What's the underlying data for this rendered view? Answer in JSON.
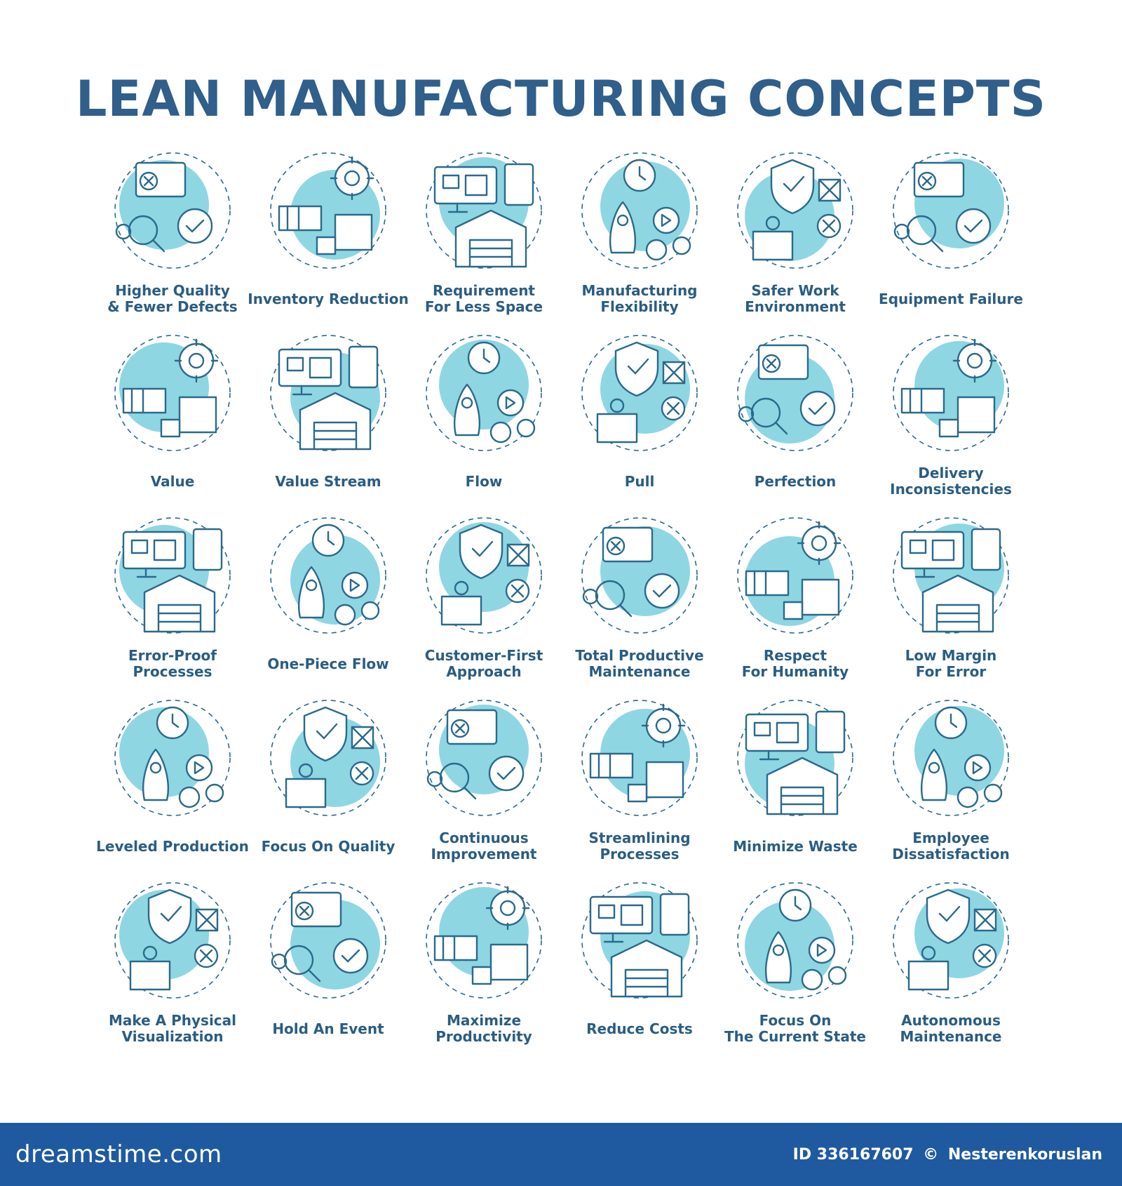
{
  "title": "LEAN MANUFACTURING CONCEPTS",
  "colors": {
    "title": "#2f5f8a",
    "stroke": "#2a6a8c",
    "accent": "#8fd6e3",
    "footer": "#1f5aa0"
  },
  "concepts": [
    {
      "label": "Higher Quality\n& Fewer Defects",
      "icon": "quality-defects-icon"
    },
    {
      "label": "Inventory Reduction",
      "icon": "inventory-reduction-icon"
    },
    {
      "label": "Requirement\nFor Less Space",
      "icon": "less-space-icon"
    },
    {
      "label": "Manufacturing\nFlexibility",
      "icon": "manufacturing-flexibility-icon"
    },
    {
      "label": "Safer Work\nEnvironment",
      "icon": "safer-work-icon"
    },
    {
      "label": "Equipment Failure",
      "icon": "equipment-failure-icon"
    },
    {
      "label": "Value",
      "icon": "value-icon"
    },
    {
      "label": "Value Stream",
      "icon": "value-stream-icon"
    },
    {
      "label": "Flow",
      "icon": "flow-icon"
    },
    {
      "label": "Pull",
      "icon": "pull-icon"
    },
    {
      "label": "Perfection",
      "icon": "perfection-icon"
    },
    {
      "label": "Delivery\nInconsistencies",
      "icon": "delivery-inconsistencies-icon"
    },
    {
      "label": "Error-Proof\nProcesses",
      "icon": "error-proof-icon"
    },
    {
      "label": "One-Piece Flow",
      "icon": "one-piece-flow-icon"
    },
    {
      "label": "Customer-First\nApproach",
      "icon": "customer-first-icon"
    },
    {
      "label": "Total Productive\nMaintenance",
      "icon": "total-productive-maintenance-icon"
    },
    {
      "label": "Respect\nFor Humanity",
      "icon": "respect-humanity-icon"
    },
    {
      "label": "Low Margin\nFor Error",
      "icon": "low-margin-icon"
    },
    {
      "label": "Leveled Production",
      "icon": "leveled-production-icon"
    },
    {
      "label": "Focus On Quality",
      "icon": "focus-quality-icon"
    },
    {
      "label": "Continuous\nImprovement",
      "icon": "continuous-improvement-icon"
    },
    {
      "label": "Streamlining\nProcesses",
      "icon": "streamlining-icon"
    },
    {
      "label": "Minimize Waste",
      "icon": "minimize-waste-icon"
    },
    {
      "label": "Employee\nDissatisfaction",
      "icon": "employee-dissatisfaction-icon"
    },
    {
      "label": "Make A Physical\nVisualization",
      "icon": "physical-visualization-icon"
    },
    {
      "label": "Hold An Event",
      "icon": "hold-event-icon"
    },
    {
      "label": "Maximize\nProductivity",
      "icon": "maximize-productivity-icon"
    },
    {
      "label": "Reduce Costs",
      "icon": "reduce-costs-icon"
    },
    {
      "label": "Focus On\nThe Current State",
      "icon": "current-state-icon"
    },
    {
      "label": "Autonomous\nMaintenance",
      "icon": "autonomous-maintenance-icon"
    }
  ],
  "footer": {
    "brand": "dreamstime.com",
    "id_text": "ID 336167607",
    "copyright_symbol": "©",
    "author": "Nesterenkoruslan"
  }
}
